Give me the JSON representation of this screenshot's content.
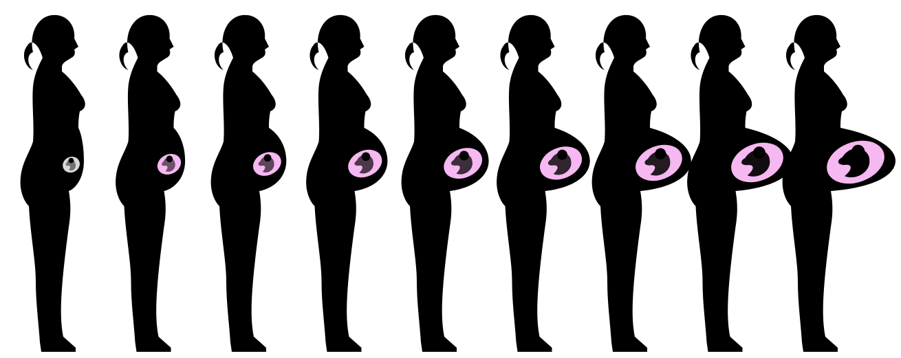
{
  "image": {
    "subject": "pregnancy-progression-silhouettes",
    "background_color": "#ffffff",
    "silhouette_color": "#000000",
    "womb_color": "#f5b8f0",
    "first_stage_womb_color": "#d9d9d9",
    "figure_count": 9
  },
  "figures": [
    {
      "stage": 1,
      "belly": 0.0,
      "womb": 0.1
    },
    {
      "stage": 2,
      "belly": 0.12,
      "womb": 0.25
    },
    {
      "stage": 3,
      "belly": 0.24,
      "womb": 0.35
    },
    {
      "stage": 4,
      "belly": 0.36,
      "womb": 0.48
    },
    {
      "stage": 5,
      "belly": 0.48,
      "womb": 0.58
    },
    {
      "stage": 6,
      "belly": 0.6,
      "womb": 0.66
    },
    {
      "stage": 7,
      "belly": 0.72,
      "womb": 0.76
    },
    {
      "stage": 8,
      "belly": 0.86,
      "womb": 0.88
    },
    {
      "stage": 9,
      "belly": 1.0,
      "womb": 1.0
    }
  ]
}
